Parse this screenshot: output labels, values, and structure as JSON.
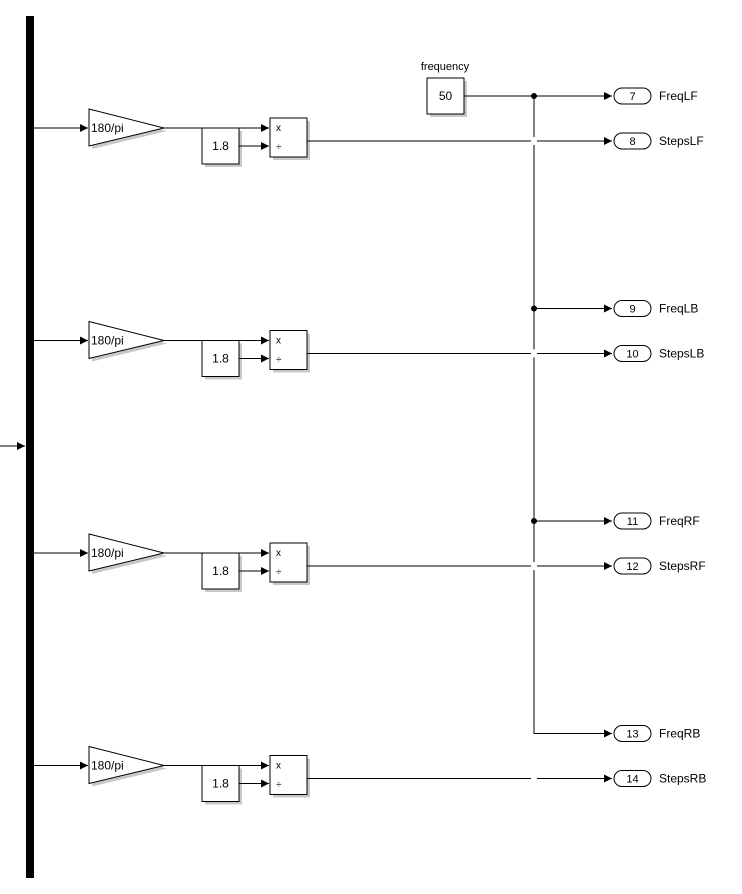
{
  "diagram": {
    "frequency_block": {
      "label": "frequency",
      "value": "50"
    },
    "channels": [
      {
        "gain": "180/pi",
        "constant": "1.8",
        "product_signs": [
          "x",
          "÷"
        ],
        "freq_port": {
          "number": "7",
          "label": "FreqLF"
        },
        "steps_port": {
          "number": "8",
          "label": "StepsLF"
        }
      },
      {
        "gain": "180/pi",
        "constant": "1.8",
        "product_signs": [
          "x",
          "÷"
        ],
        "freq_port": {
          "number": "9",
          "label": "FreqLB"
        },
        "steps_port": {
          "number": "10",
          "label": "StepsLB"
        }
      },
      {
        "gain": "180/pi",
        "constant": "1.8",
        "product_signs": [
          "x",
          "÷"
        ],
        "freq_port": {
          "number": "11",
          "label": "FreqRF"
        },
        "steps_port": {
          "number": "12",
          "label": "StepsRF"
        }
      },
      {
        "gain": "180/pi",
        "constant": "1.8",
        "product_signs": [
          "x",
          "÷"
        ],
        "freq_port": {
          "number": "13",
          "label": "FreqRB"
        },
        "steps_port": {
          "number": "14",
          "label": "StepsRB"
        }
      }
    ]
  }
}
